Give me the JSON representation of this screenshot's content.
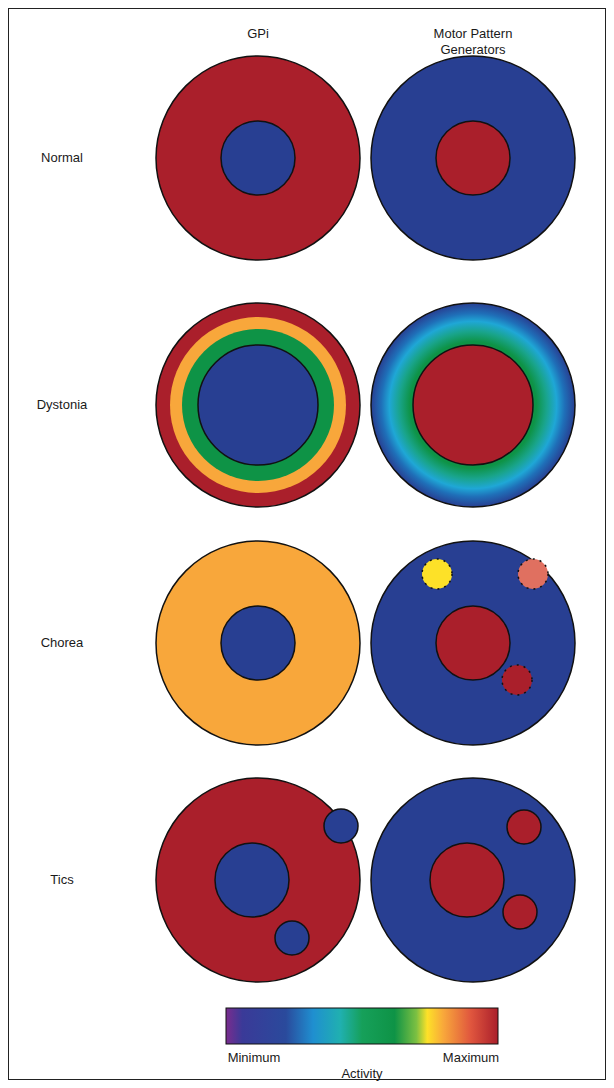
{
  "diagram": {
    "labels": [
      "GPi",
      "Motor Pattern Generators",
      "Normal",
      "Dystonia",
      "Chorea",
      "Tics",
      "Minimum",
      "Maximum",
      "Activity"
    ]
  }
}
